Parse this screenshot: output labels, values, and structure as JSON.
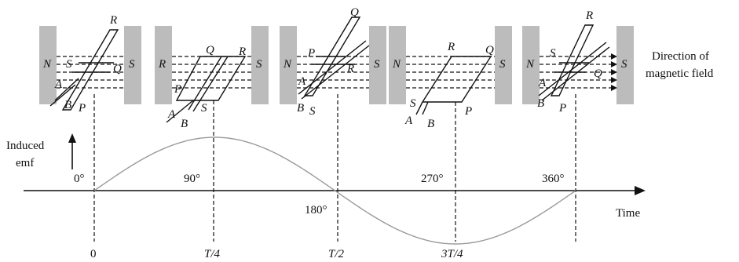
{
  "magnetic_field_label_line1": "Direction of",
  "magnetic_field_label_line2": "magnetic field",
  "induced_emf_line1": "Induced",
  "induced_emf_line2": "emf",
  "time_label": "Time",
  "angles": [
    "0°",
    "90°",
    "180°",
    "270°",
    "360°"
  ],
  "times": [
    "0",
    "T/4",
    "T/2",
    "3T/4"
  ],
  "positions": [
    {
      "north": "N",
      "south": "S",
      "corners": [
        "R",
        "Q",
        "S",
        "P"
      ],
      "brushes": [
        "A",
        "B"
      ]
    },
    {
      "north": "R",
      "south": "S",
      "corners": [
        "Q",
        "R",
        "P",
        "S"
      ],
      "brushes": [
        "A",
        "B"
      ]
    },
    {
      "north": "N",
      "south": "S",
      "corners": [
        "Q",
        "P",
        "R",
        "S"
      ],
      "brushes": [
        "A",
        "B"
      ]
    },
    {
      "north": "N",
      "south": "S",
      "corners": [
        "R",
        "Q",
        "S",
        "P"
      ],
      "brushes": [
        "A",
        "B"
      ]
    },
    {
      "north": "N",
      "south": "S",
      "corners": [
        "R",
        "S",
        "Q",
        "P"
      ],
      "brushes": [
        "A",
        "B"
      ]
    }
  ],
  "chart_data": {
    "type": "line",
    "x": [
      0,
      90,
      180,
      270,
      360
    ],
    "y": [
      0,
      1,
      0,
      -1,
      0
    ],
    "xlabel": "Time",
    "ylabel": "Induced emf"
  }
}
